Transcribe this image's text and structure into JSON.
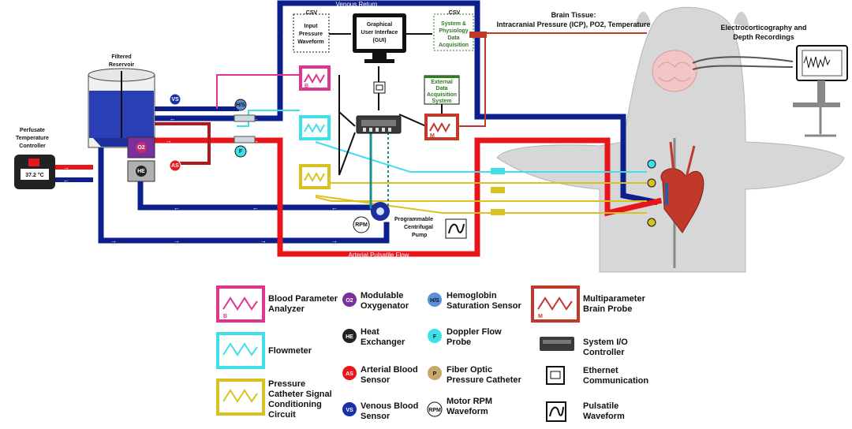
{
  "diagram": {
    "venous_return_label": "Venous Return",
    "arterial_flow_label": "Arterial Pulsatile Flow",
    "csv_input": {
      "ext": ".CSV",
      "l1": "Input",
      "l2": "Pressure",
      "l3": "Waveform"
    },
    "gui": {
      "l1": "Graphical",
      "l2": "User Interface",
      "l3": "(GUI)"
    },
    "csv_output": {
      "ext": ".CSV",
      "l1": "System &",
      "l2": "Physiology",
      "l3": "Data",
      "l4": "Acquisition"
    },
    "external_data": {
      "l1": "External",
      "l2": "Data",
      "l3": "Acquisition",
      "l4": "System"
    },
    "brain_tissue": {
      "l1": "Brain Tissue:",
      "l2": "Intracranial Pressure (ICP), PO2, Temperature"
    },
    "ecog": {
      "l1": "Electrocorticography and",
      "l2": "Depth Recordings"
    },
    "reservoir": {
      "l1": "Filtered",
      "l2": "Reservoir"
    },
    "temp_controller": {
      "l1": "Perfusate",
      "l2": "Temperature",
      "l3": "Controller",
      "readout": "37.2 °C"
    },
    "pump": {
      "l1": "Programmable",
      "l2": "Centrifugal",
      "l3": "Pump"
    }
  },
  "badges": {
    "vs": "VS",
    "hs": "H/S",
    "ox": "O2",
    "he": "HE",
    "as": "AS",
    "f": "F",
    "p": "P",
    "rpm": "RPM",
    "b": "B",
    "m": "M"
  },
  "legend": {
    "blood_analyzer": {
      "l1": "Blood Parameter",
      "l2": "Analyzer"
    },
    "flowmeter": {
      "l1": "Flowmeter"
    },
    "pressure_circuit": {
      "l1": "Pressure",
      "l2": "Catheter Signal",
      "l3": "Conditioning",
      "l4": "Circuit"
    },
    "oxygenator": {
      "l1": "Modulable",
      "l2": "Oxygenator"
    },
    "heat_exchanger": {
      "l1": "Heat",
      "l2": "Exchanger"
    },
    "arterial_sensor": {
      "l1": "Arterial Blood",
      "l2": "Sensor"
    },
    "venous_sensor": {
      "l1": "Venous Blood",
      "l2": "Sensor"
    },
    "hemoglobin_sensor": {
      "l1": "Hemoglobin",
      "l2": "Saturation Sensor"
    },
    "doppler_probe": {
      "l1": "Doppler Flow",
      "l2": "Probe"
    },
    "fiber_optic": {
      "l1": "Fiber Optic",
      "l2": "Pressure Catheter"
    },
    "motor_rpm": {
      "l1": "Motor RPM",
      "l2": "Waveform"
    },
    "brain_probe": {
      "l1": "Multiparameter",
      "l2": "Brain Probe"
    },
    "io_controller": {
      "l1": "System I/O",
      "l2": "Controller"
    },
    "ethernet": {
      "l1": "Ethernet",
      "l2": "Communication"
    },
    "pulsatile": {
      "l1": "Pulsatile",
      "l2": "Waveform"
    }
  },
  "colors": {
    "venous": "#0d1f8c",
    "arterial": "#e8151b",
    "magenta": "#e0358f",
    "cyan": "#3fe0ea",
    "yellow": "#d9c21f",
    "brain_red": "#c0392b",
    "teal": "#1e8c8c"
  }
}
